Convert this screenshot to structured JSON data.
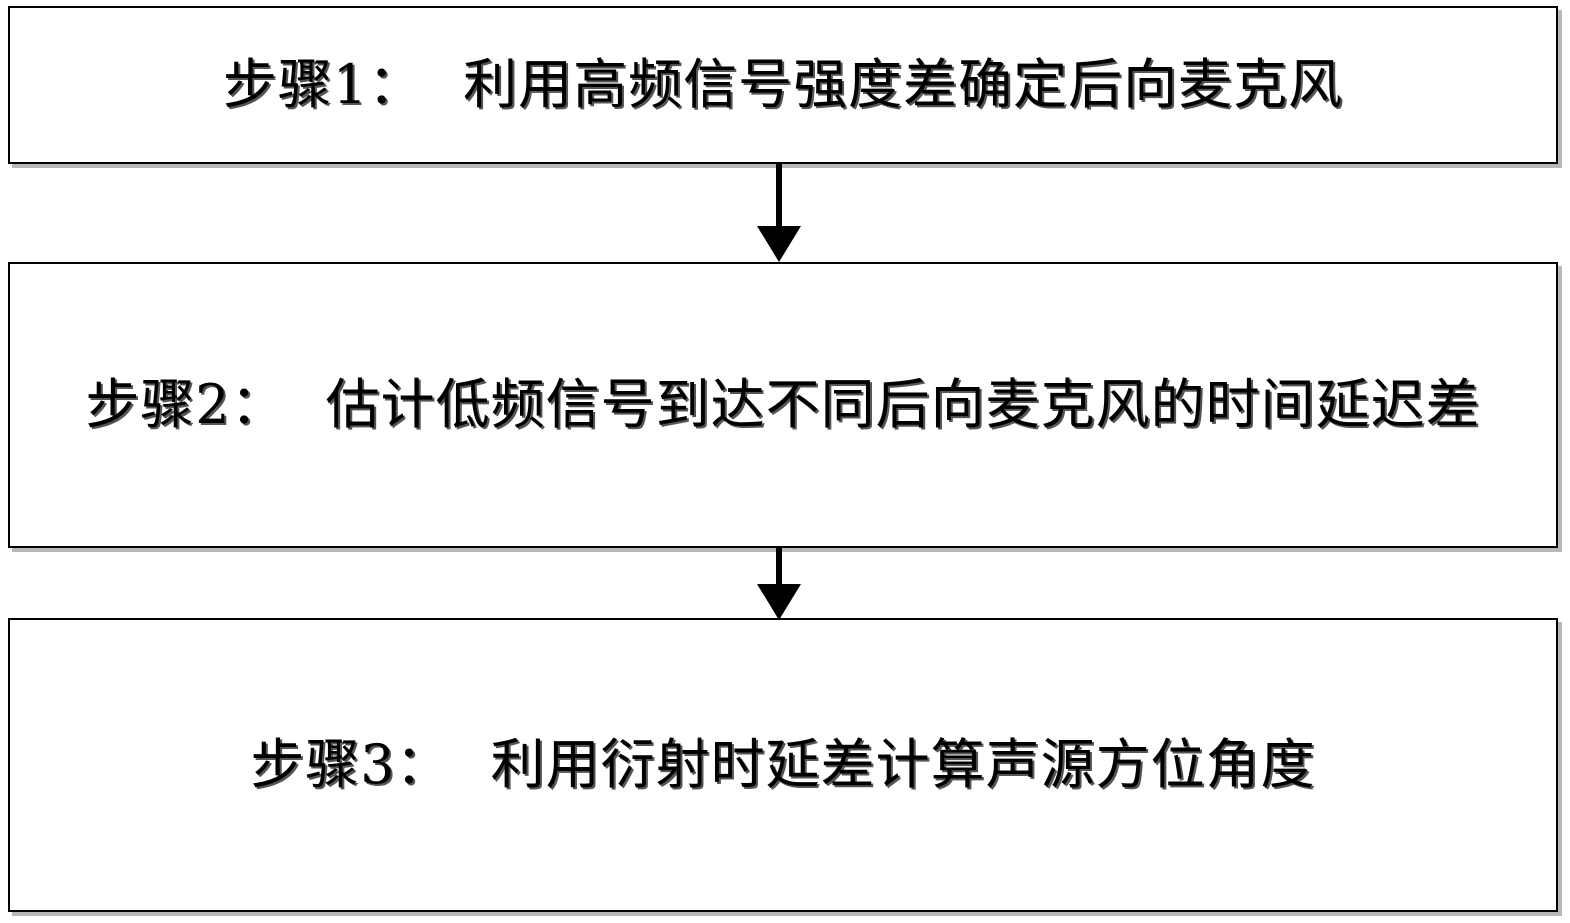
{
  "steps": [
    {
      "label": "步骤1：",
      "text": "利用高频信号强度差确定后向麦克风"
    },
    {
      "label": "步骤2：",
      "text": "估计低频信号到达不同后向麦克风的时间延迟差"
    },
    {
      "label": "步骤3：",
      "text": "利用衍射时延差计算声源方位角度"
    }
  ],
  "colors": {
    "stroke": "#000000",
    "shadow": "#b8b8b8",
    "background": "#ffffff"
  }
}
